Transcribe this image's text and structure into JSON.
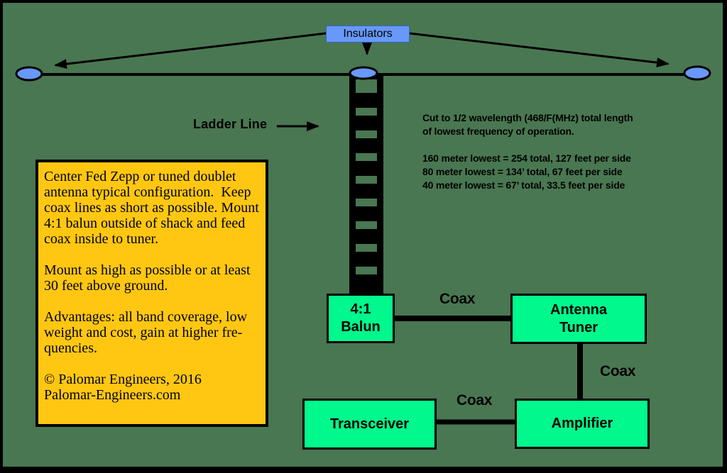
{
  "diagram": {
    "insulators_label": "Insulators",
    "ladder_line_label": "Ladder Line",
    "notes": {
      "lines": [
        "Cut to 1/2 wavelength (468/F(MHz) total length",
        "of lowest frequency of operation.",
        "",
        "160 meter lowest = 254 total, 127 feet per side",
        "80 meter lowest = 134’ total, 67 feet per side",
        "40 meter lowest = 67’ total, 33.5 feet per side"
      ]
    },
    "info_box": {
      "lines": [
        "Center Fed Zepp or tuned doublet",
        "antenna typical configuration.  Keep",
        "coax lines as short as possible. Mount",
        "4:1 balun outside of shack and feed",
        "coax inside to tuner.",
        "",
        "Mount as high as possible or at least",
        "30 feet above ground.",
        "",
        "Advantages: all band coverage, low",
        "weight and cost, gain at higher fre-",
        "quencies.",
        "",
        "© Palomar Engineers, 2016",
        "Palomar-Engineers.com"
      ]
    },
    "components": {
      "balun_line1": "4:1",
      "balun_line2": "Balun",
      "tuner_line1": "Antenna",
      "tuner_line2": "Tuner",
      "transceiver_label": "Transceiver",
      "amplifier_label": "Amplifier"
    },
    "connections": {
      "balun_tuner_label": "Coax",
      "tuner_amplifier_label": "Coax",
      "transceiver_amplifier_label": "Coax"
    },
    "colors": {
      "background_green": "#497751",
      "component_green": "#00F88C",
      "info_box_yellow": "#FFC712",
      "insulator_blue": "#6899F8",
      "line_black": "#000000"
    }
  }
}
